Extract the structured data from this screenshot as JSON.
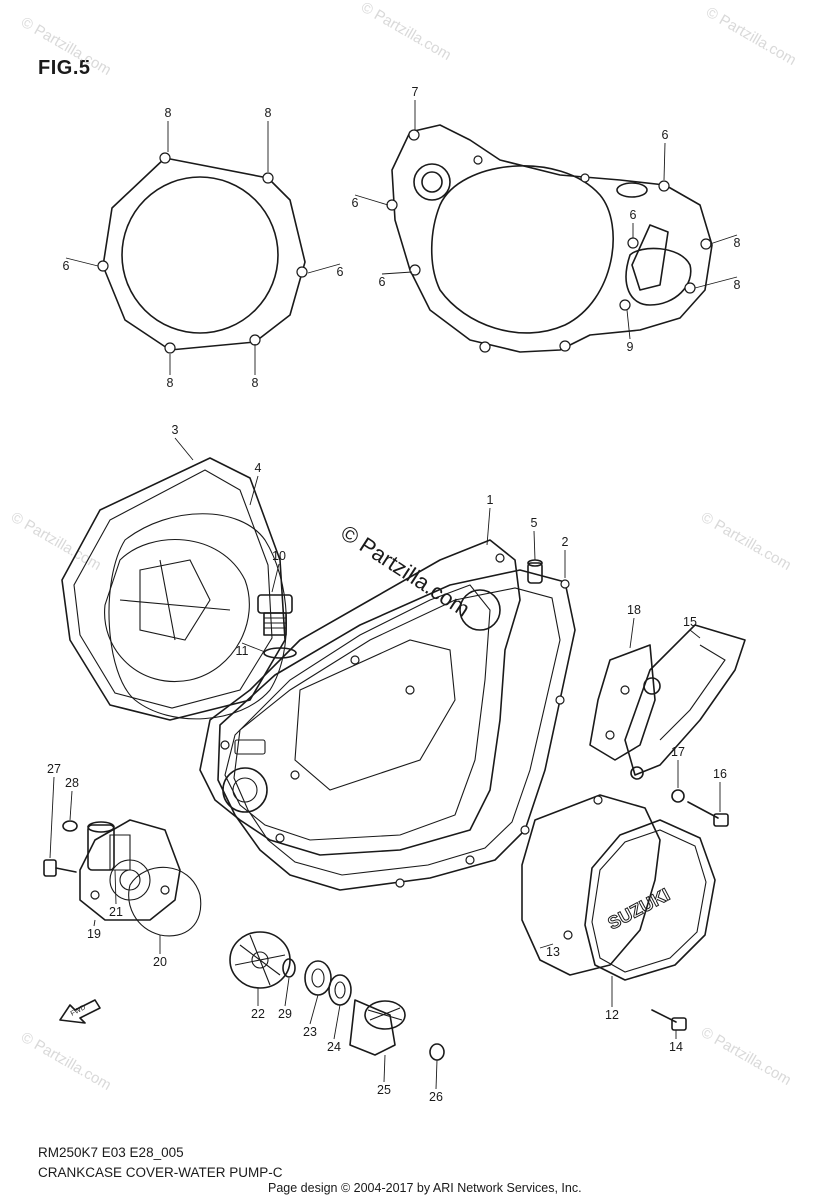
{
  "figure": {
    "title": "FIG.5",
    "code": "RM250K7 E03 E28_005",
    "description": "CRANKCASE COVER-WATER PUMP-C",
    "credit": "Page design © 2004-2017 by ARI Network Services, Inc.",
    "center_watermark": "© Partzilla.com",
    "corner_watermark": "© Partzilla.com"
  },
  "fwd_label": "FWD",
  "callouts": [
    {
      "label": "8"
    },
    {
      "label": "8"
    },
    {
      "label": "6"
    },
    {
      "label": "6"
    },
    {
      "label": "8"
    },
    {
      "label": "8"
    },
    {
      "label": "7"
    },
    {
      "label": "6"
    },
    {
      "label": "6"
    },
    {
      "label": "6"
    },
    {
      "label": "8"
    },
    {
      "label": "6"
    },
    {
      "label": "8"
    },
    {
      "label": "9"
    },
    {
      "label": "3"
    },
    {
      "label": "4"
    },
    {
      "label": "10"
    },
    {
      "label": "11"
    },
    {
      "label": "1"
    },
    {
      "label": "5"
    },
    {
      "label": "2"
    },
    {
      "label": "18"
    },
    {
      "label": "15"
    },
    {
      "label": "17"
    },
    {
      "label": "16"
    },
    {
      "label": "27"
    },
    {
      "label": "28"
    },
    {
      "label": "19"
    },
    {
      "label": "21"
    },
    {
      "label": "20"
    },
    {
      "label": "22"
    },
    {
      "label": "29"
    },
    {
      "label": "23"
    },
    {
      "label": "24"
    },
    {
      "label": "25"
    },
    {
      "label": "26"
    },
    {
      "label": "13"
    },
    {
      "label": "12"
    },
    {
      "label": "14"
    }
  ],
  "colors": {
    "ink": "#1a1a1a",
    "watermark": "#d9d9d9",
    "background": "#ffffff"
  }
}
